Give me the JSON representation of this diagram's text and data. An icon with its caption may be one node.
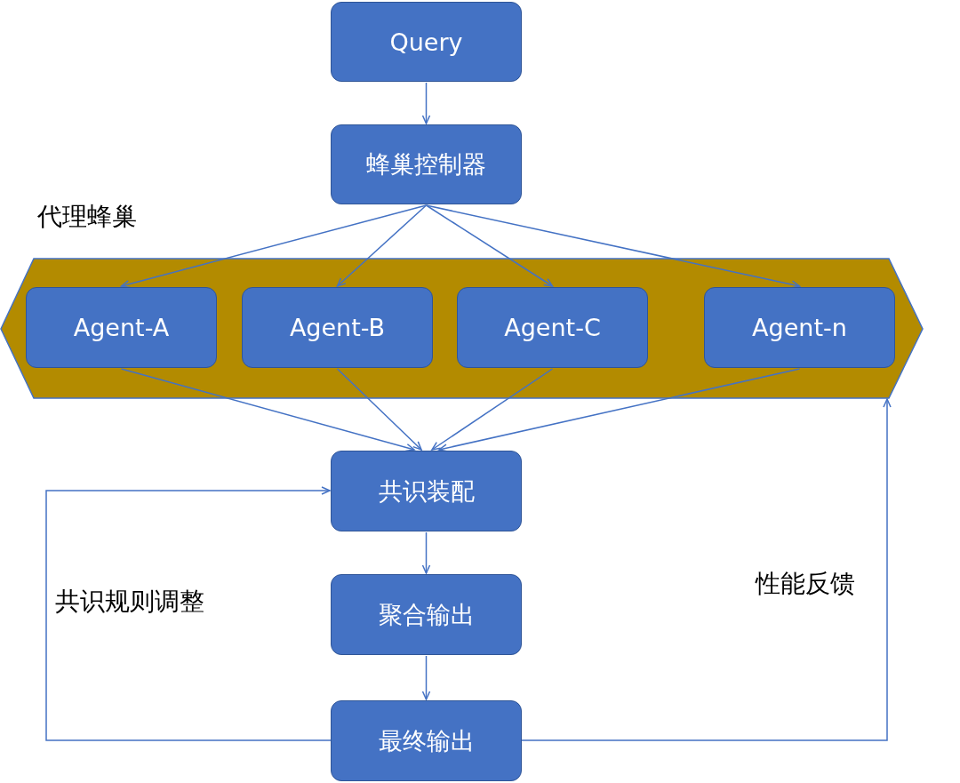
{
  "diagram": {
    "nodes": [
      {
        "text": [
          "Query"
        ]
      },
      {
        "text": [
          "蜂巢控制器"
        ]
      },
      {
        "text": [
          "代理蜂巢"
        ]
      },
      {
        "text": [
          "Agent-A"
        ],
        "in": 2
      },
      {
        "text": [
          "Agent-B"
        ],
        "in": 2
      },
      {
        "text": [
          "Agent-C"
        ],
        "in": 2
      },
      {
        "text": [
          "Agent-n"
        ],
        "in": 2
      },
      {
        "text": [
          "共识装配"
        ]
      },
      {
        "text": [
          "聚合输出"
        ]
      },
      {
        "text": [
          "最终输出"
        ]
      }
    ],
    "edges": [
      {
        "from": 0,
        "to": 1,
        "arrow": "to"
      },
      {
        "from": 1,
        "to": 3,
        "arrow": "to"
      },
      {
        "from": 1,
        "to": 4,
        "arrow": "to"
      },
      {
        "from": 1,
        "to": 5,
        "arrow": "to"
      },
      {
        "from": 1,
        "to": 6,
        "arrow": "to"
      },
      {
        "from": 3,
        "to": 7,
        "arrow": "to"
      },
      {
        "from": 4,
        "to": 7,
        "arrow": "to"
      },
      {
        "from": 5,
        "to": 7,
        "arrow": "to"
      },
      {
        "from": 6,
        "to": 7,
        "arrow": "to"
      },
      {
        "from": 7,
        "to": 8,
        "arrow": "to"
      },
      {
        "from": 8,
        "to": 9,
        "arrow": "to"
      },
      {
        "from": 9,
        "to": 7,
        "arrow": "to",
        "label": "共识规则调整"
      },
      {
        "from": 9,
        "to": 2,
        "arrow": "to",
        "label": "性能反馈"
      }
    ]
  }
}
